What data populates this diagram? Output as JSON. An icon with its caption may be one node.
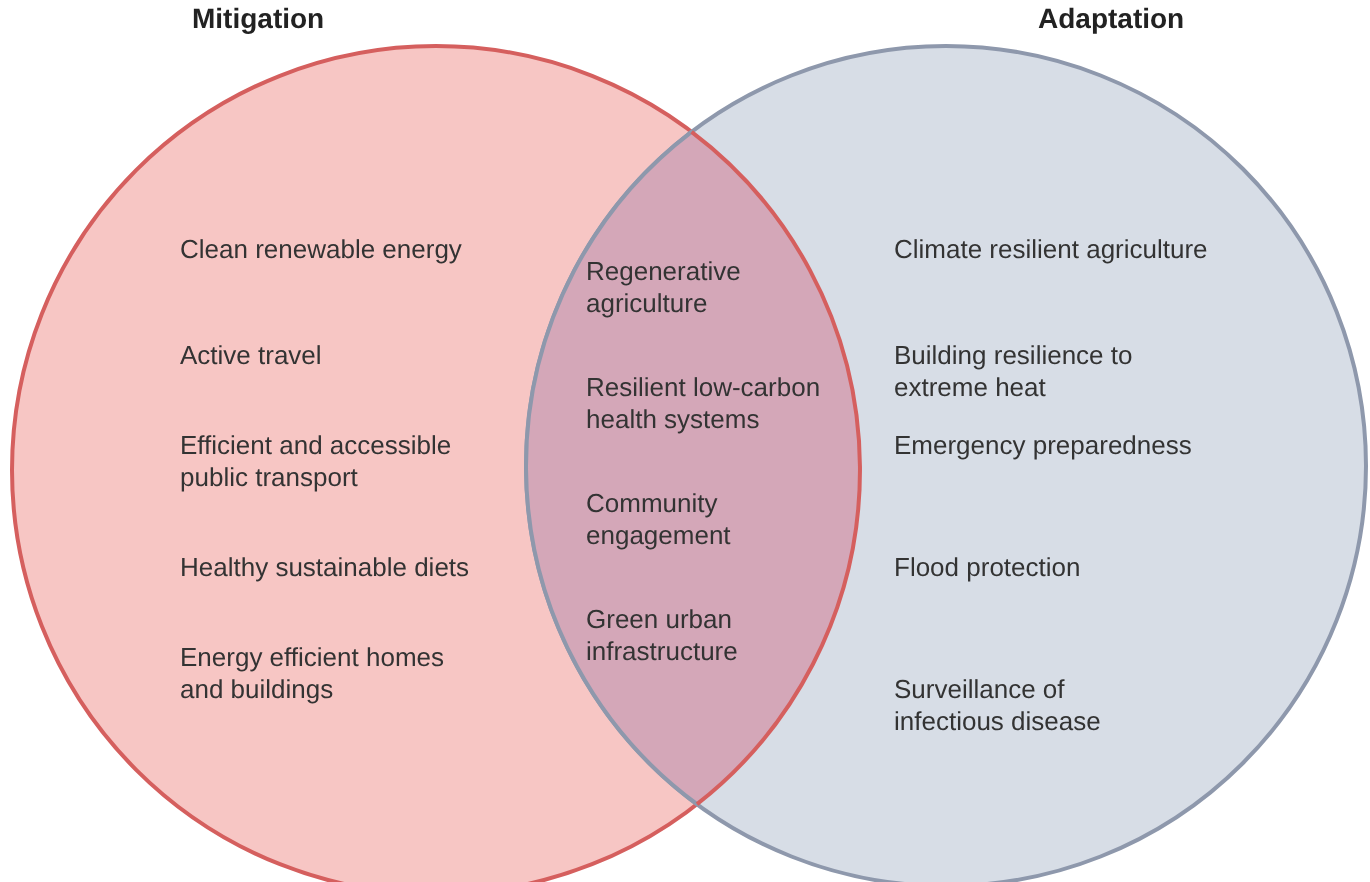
{
  "diagram": {
    "nodes": [
      {
        "text": [
          "Mitigation"
        ]
      },
      {
        "text": [
          "Adaptation"
        ]
      }
    ],
    "labels": [
      "Clean renewable energy",
      "Active travel",
      "Efficient and accessible public transport",
      "Healthy sustainable diets",
      "Energy efficient homes and buildings",
      "Regenerative agriculture",
      "Resilient low-carbon health systems",
      "Community engagement",
      "Green urban infrastructure",
      "Climate resilient agriculture",
      "Building resilience to extreme heat",
      "Emergency preparedness",
      "Flood protection",
      "Surveillance of infectious disease"
    ]
  }
}
